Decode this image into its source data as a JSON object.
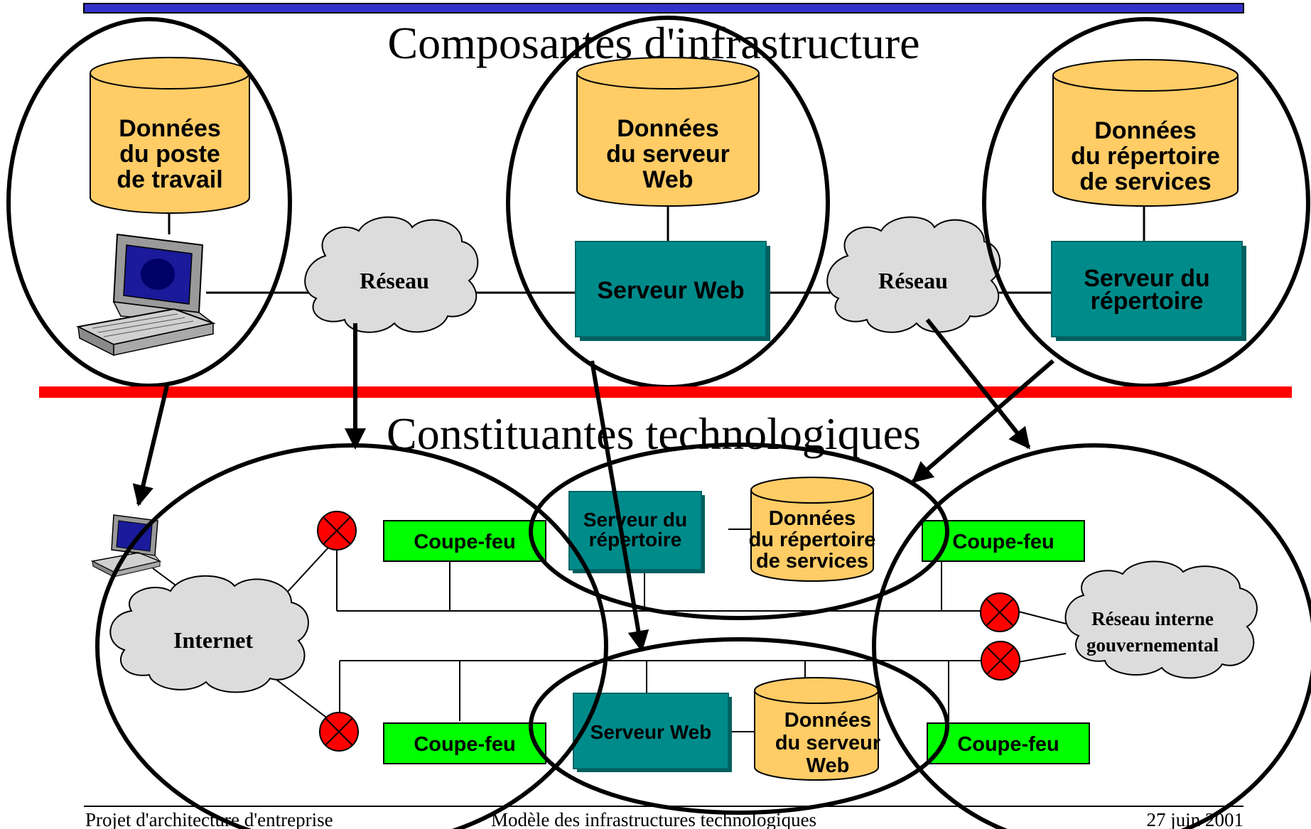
{
  "title_top": "Composantes d'infrastructure",
  "title_bottom": "Constituantes technologiques",
  "top": {
    "db_workstation": [
      "Données",
      "du poste",
      "de travail"
    ],
    "db_webserver": [
      "Données",
      "du serveur",
      "Web"
    ],
    "db_directory": [
      "Données",
      "du répertoire",
      "de services"
    ],
    "network_left": "Réseau",
    "network_right": "Réseau",
    "web_server": "Serveur Web",
    "directory_server": [
      "Serveur du",
      "répertoire"
    ]
  },
  "bottom": {
    "internet": "Internet",
    "gov_network": [
      "Réseau interne",
      "gouvernemental"
    ],
    "firewall_1": "Coupe-feu",
    "firewall_2": "Coupe-feu",
    "firewall_3": "Coupe-feu",
    "firewall_4": "Coupe-feu",
    "directory_server": [
      "Serveur du",
      "répertoire"
    ],
    "db_directory": [
      "Données",
      "du répertoire",
      "de services"
    ],
    "web_server": "Serveur Web",
    "db_webserver": [
      "Données",
      "du serveur",
      "Web"
    ]
  },
  "footer": {
    "left": "Projet d'architecture d'entreprise",
    "center": "Modèle des infrastructures technologiques",
    "right": "27 juin 2001"
  },
  "colors": {
    "banner": "#3333cc",
    "separator": "#ff0000",
    "database": "#ffcc66",
    "server": "#008b8b",
    "firewall": "#00ff00",
    "router": "#ff0000",
    "cloud": "#dcdcdc"
  }
}
